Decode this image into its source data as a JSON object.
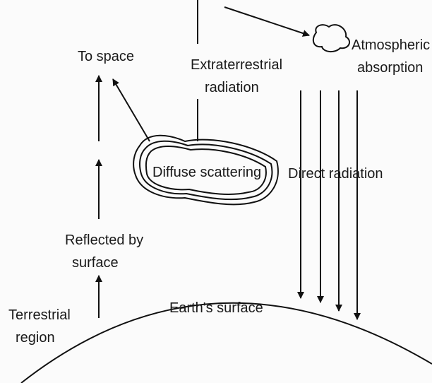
{
  "labels": {
    "to_space": "To space",
    "extraterrestrial_line1": "Extraterrestrial",
    "extraterrestrial_line2": "radiation",
    "atmospheric_line1": "Atmospheric",
    "atmospheric_line2": "absorption",
    "diffuse_scattering": "Diffuse scattering",
    "direct_radiation": "Direct radiation",
    "reflected_line1": "Reflected by",
    "reflected_line2": "surface",
    "earths_surface": "Earth's surface",
    "terrestrial_line1": "Terrestrial",
    "terrestrial_line2": "region"
  }
}
